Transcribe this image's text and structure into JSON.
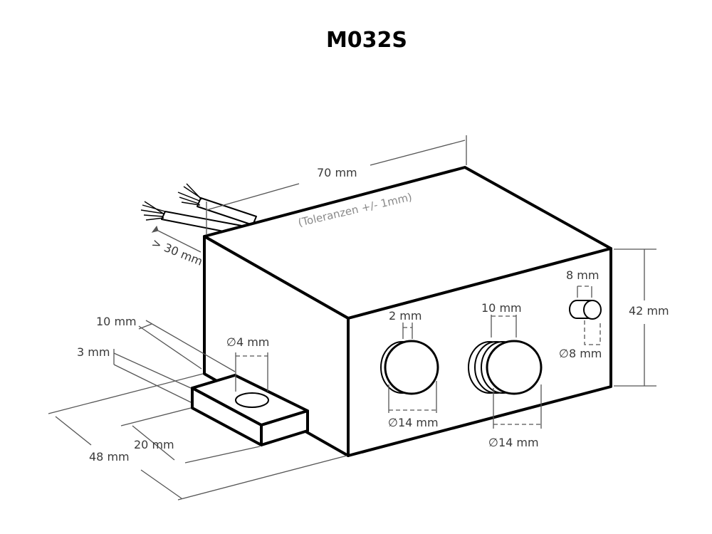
{
  "title": "M032S",
  "labels": {
    "length": "70 mm",
    "tolerance": "(Toleranzen +/- 1mm)",
    "wire": "> 30 mm",
    "height": "42 mm",
    "led_width": "8 mm",
    "led_diameter": "8 mm",
    "shaft_small": "2 mm",
    "shaft_large": "10 mm",
    "knob1_diameter": "14 mm",
    "knob2_diameter": "14 mm",
    "hole": "4 mm",
    "tab_width": "10 mm",
    "tab_thickness": "3 mm",
    "tab_length": "20 mm",
    "depth": "48 mm"
  },
  "diameter_symbol": "∅"
}
